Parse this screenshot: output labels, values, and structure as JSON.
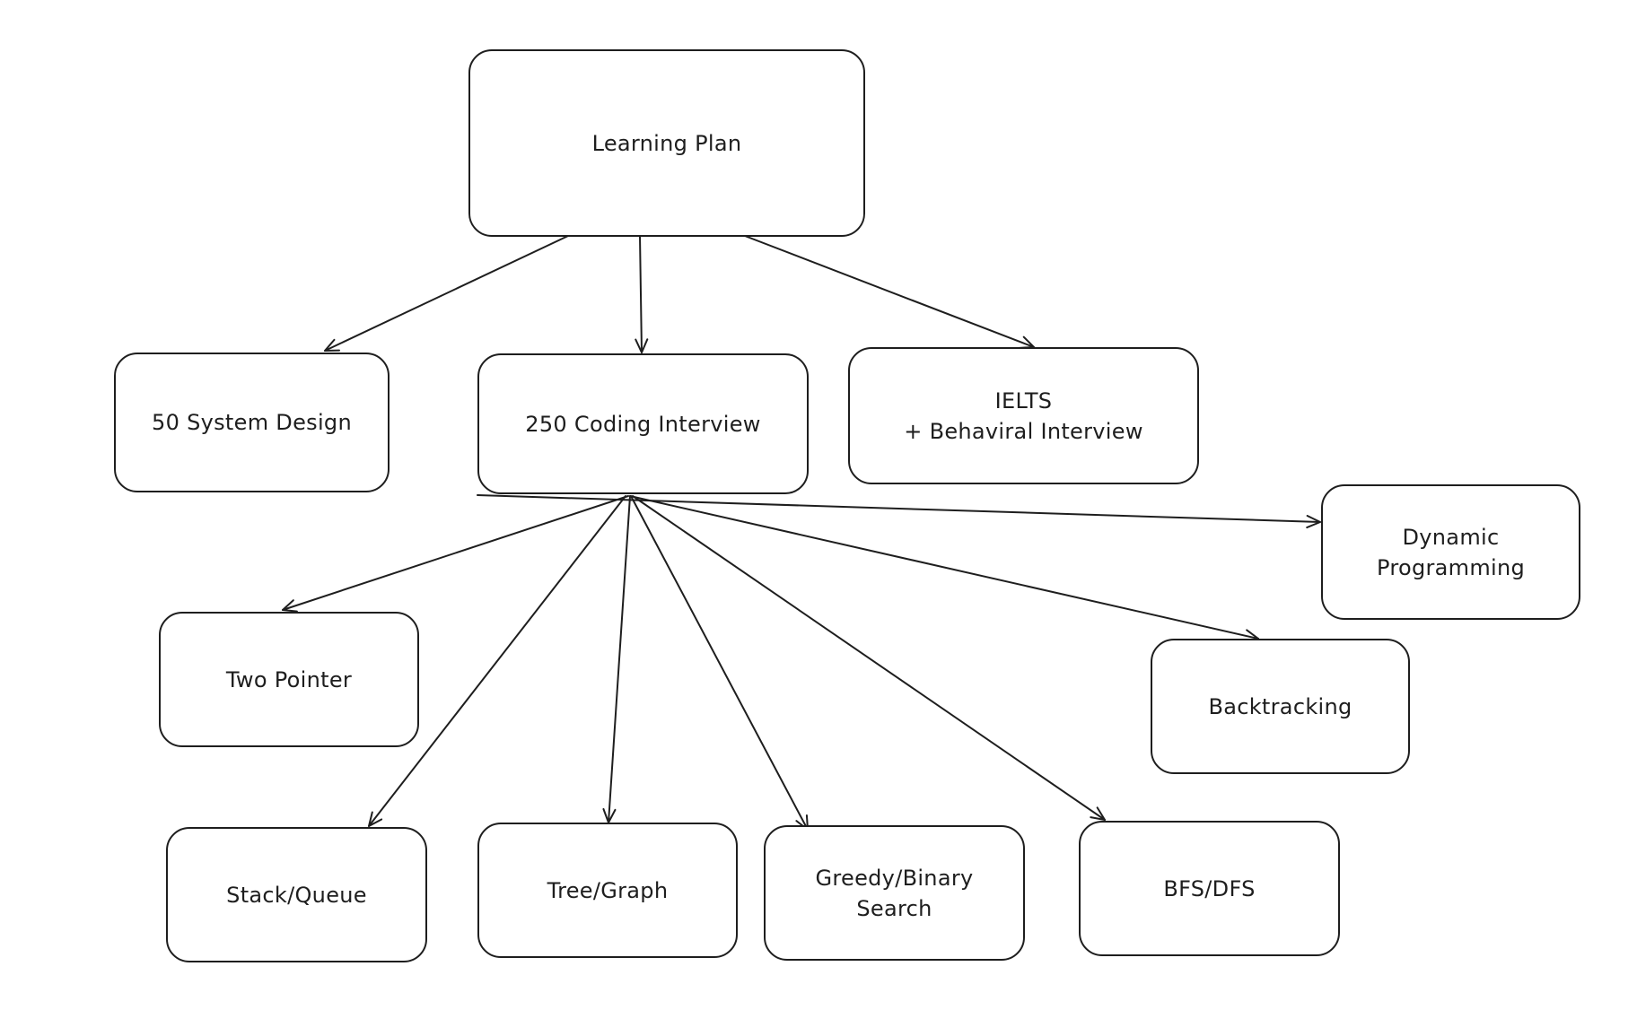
{
  "diagram": {
    "stroke_color": "#1e1e1e",
    "background_color": "#ffffff",
    "nodes": {
      "root": {
        "label": "Learning Plan"
      },
      "system_design": {
        "label": "50 System Design"
      },
      "coding": {
        "label": "250 Coding Interview"
      },
      "ielts": {
        "label": "IELTS\n+ Behaviral Interview"
      },
      "dynamic_programming": {
        "label": "Dynamic\nProgramming"
      },
      "two_pointer": {
        "label": "Two Pointer"
      },
      "backtracking": {
        "label": "Backtracking"
      },
      "stack_queue": {
        "label": "Stack/Queue"
      },
      "tree_graph": {
        "label": "Tree/Graph"
      },
      "greedy_binary": {
        "label": "Greedy/Binary\nSearch"
      },
      "bfs_dfs": {
        "label": "BFS/DFS"
      }
    },
    "edges": [
      {
        "from": "root",
        "to": "system_design"
      },
      {
        "from": "root",
        "to": "coding"
      },
      {
        "from": "root",
        "to": "ielts"
      },
      {
        "from": "coding",
        "to": "dynamic_programming"
      },
      {
        "from": "coding",
        "to": "two_pointer"
      },
      {
        "from": "coding",
        "to": "backtracking"
      },
      {
        "from": "coding",
        "to": "stack_queue"
      },
      {
        "from": "coding",
        "to": "tree_graph"
      },
      {
        "from": "coding",
        "to": "greedy_binary"
      },
      {
        "from": "coding",
        "to": "bfs_dfs"
      }
    ]
  }
}
